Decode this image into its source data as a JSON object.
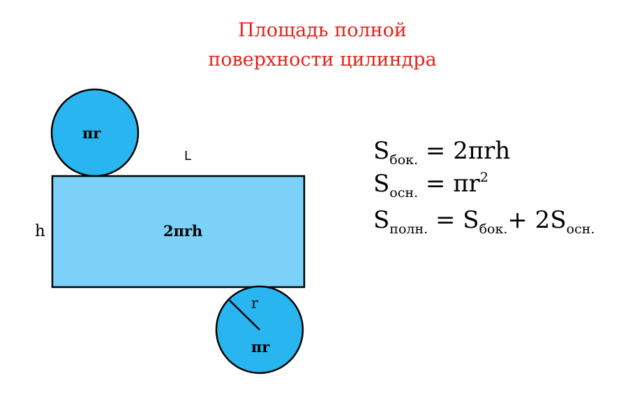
{
  "title": {
    "line1": "Площадь полной",
    "line2": "поверхности цилиндра"
  },
  "colors": {
    "title": "#e3231b",
    "circle_fill": "#29b6f0",
    "rect_fill": "#7bd1f7",
    "stroke": "#000000"
  },
  "diagram": {
    "top_circle_label": "πr",
    "bottom_circle_label": "πr",
    "rect_label": "2πrh",
    "length_label": "L",
    "height_label": "h",
    "radius_label": "r"
  },
  "formulas": [
    {
      "S": "S",
      "sub": "бок.",
      "rhs": "= 2πrh"
    },
    {
      "S": "S",
      "sub": "осн.",
      "rhs": "= πr",
      "sup": "2"
    },
    {
      "S": "S",
      "sub": "полн.",
      "rhs1": "= S",
      "rhs_sub1": "бок.",
      "rhs2": "+ 2S",
      "rhs_sub2": "осн."
    }
  ]
}
